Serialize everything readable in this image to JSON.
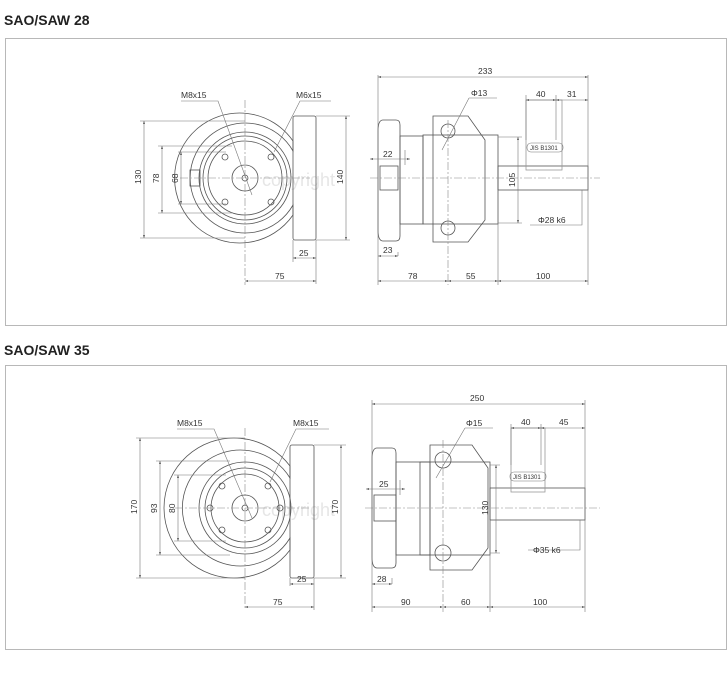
{
  "sections": [
    {
      "title": "SAO/SAW 28",
      "front": {
        "thread1": "M8x15",
        "thread2": "M6x15",
        "d130": "130",
        "d78": "78",
        "d68": "68",
        "d140": "140",
        "d25": "25",
        "d75": "75"
      },
      "side": {
        "d233": "233",
        "hole": "Φ13",
        "d40": "40",
        "d31": "31",
        "d22": "22",
        "key": "JIS B1301",
        "d105": "105",
        "shaft": "Φ28 k6",
        "d23": "23",
        "d78": "78",
        "d55": "55",
        "d100": "100"
      }
    },
    {
      "title": "SAO/SAW 35",
      "front": {
        "thread1": "M8x15",
        "thread2": "M8x15",
        "d170": "170",
        "d93": "93",
        "d80": "80",
        "d170b": "170",
        "d25": "25",
        "d75": "75"
      },
      "side": {
        "d250": "250",
        "hole": "Φ15",
        "d40": "40",
        "d45": "45",
        "d25": "25",
        "key": "JIS B1301",
        "d130": "130",
        "shaft": "Φ35 k6",
        "d28": "28",
        "d90": "90",
        "d60": "60",
        "d100": "100"
      }
    }
  ],
  "watermark": "copyright"
}
